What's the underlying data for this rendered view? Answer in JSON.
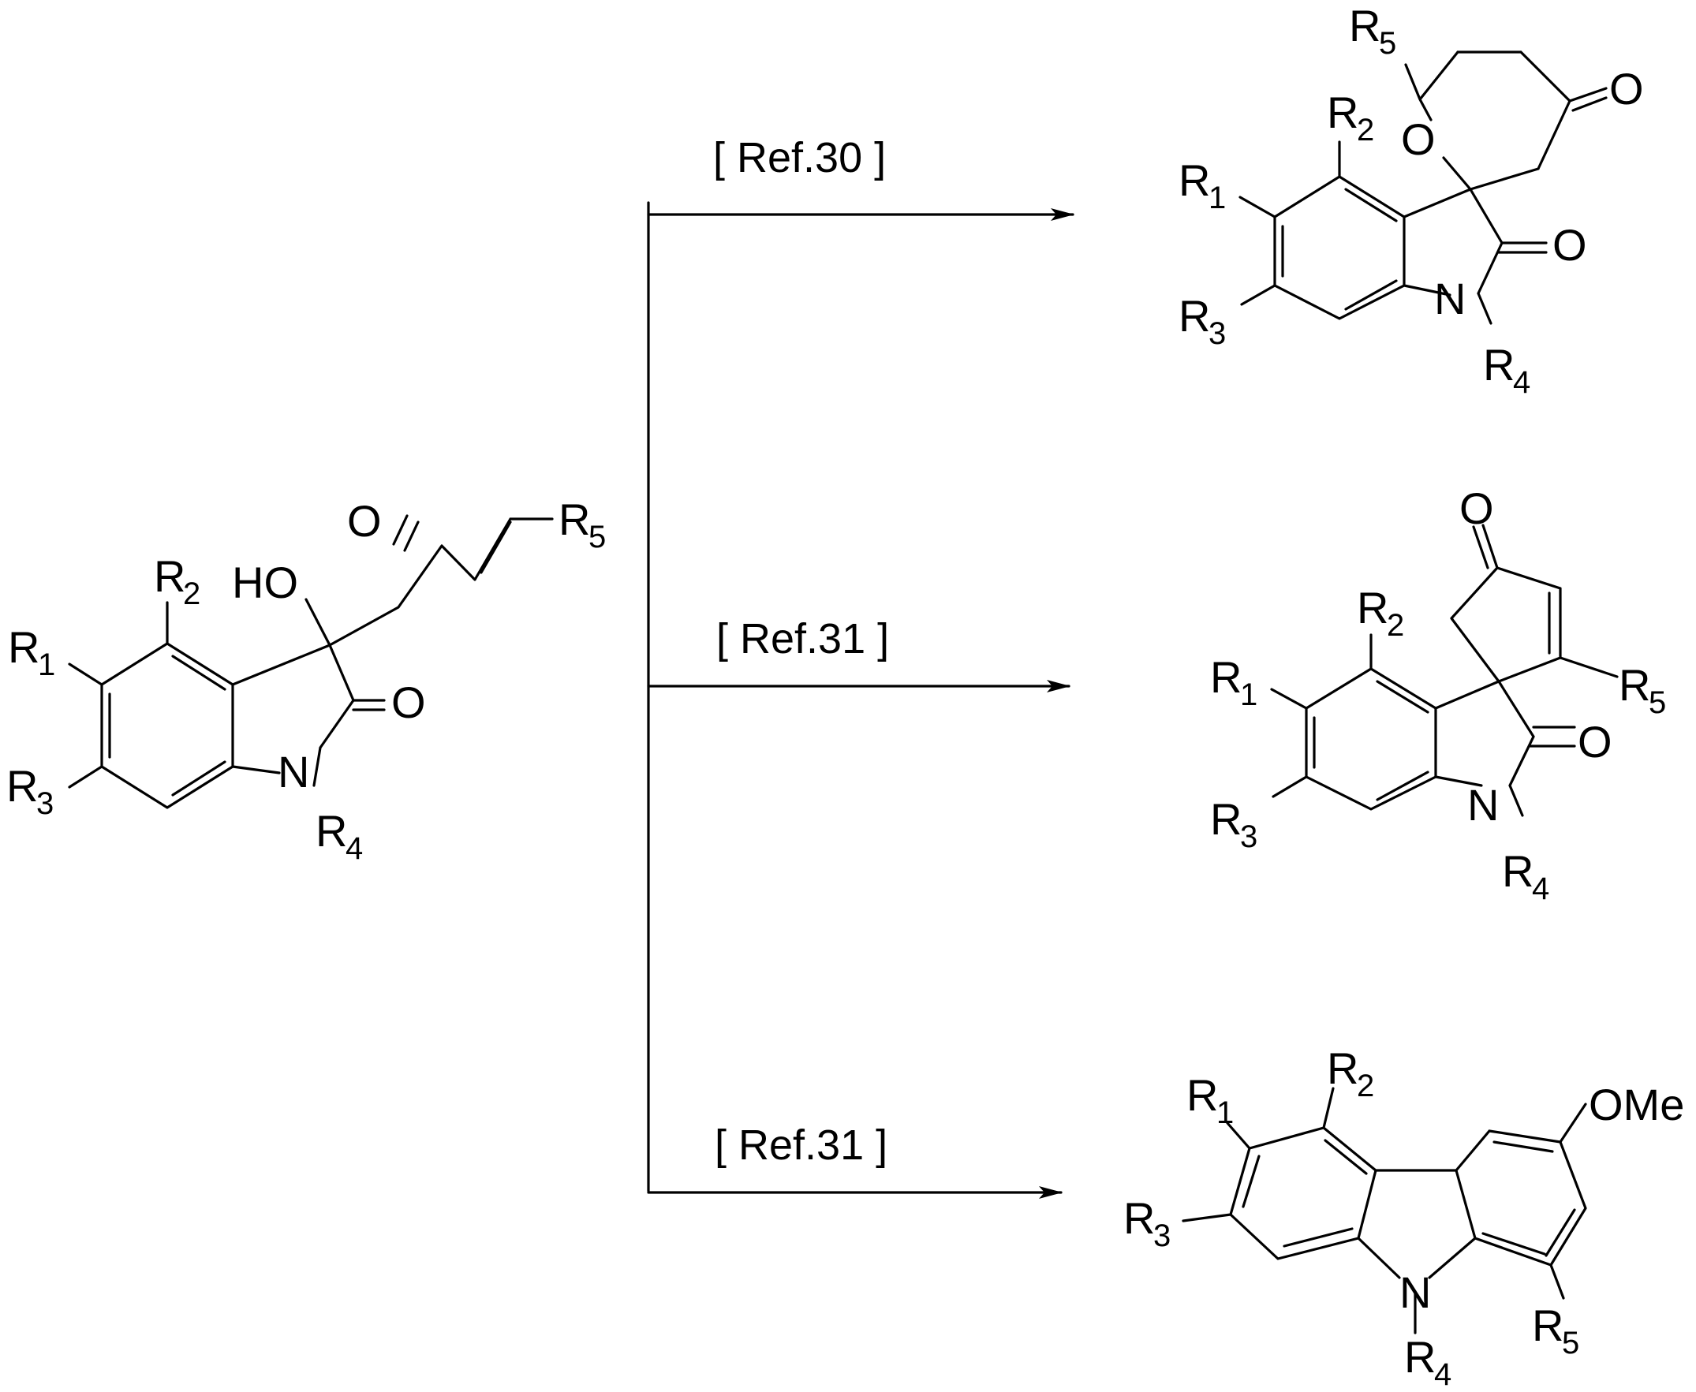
{
  "labels": {
    "R": "R",
    "s1": "1",
    "s2": "2",
    "s3": "3",
    "s4": "4",
    "s5": "5",
    "O": "O",
    "HO": "HO",
    "N": "N",
    "OMe": "OMe"
  },
  "arrows": {
    "top_ref": "[ Ref.30 ]",
    "mid_ref": "[ Ref.31 ]",
    "bot_ref": "[ Ref.31 ]"
  }
}
